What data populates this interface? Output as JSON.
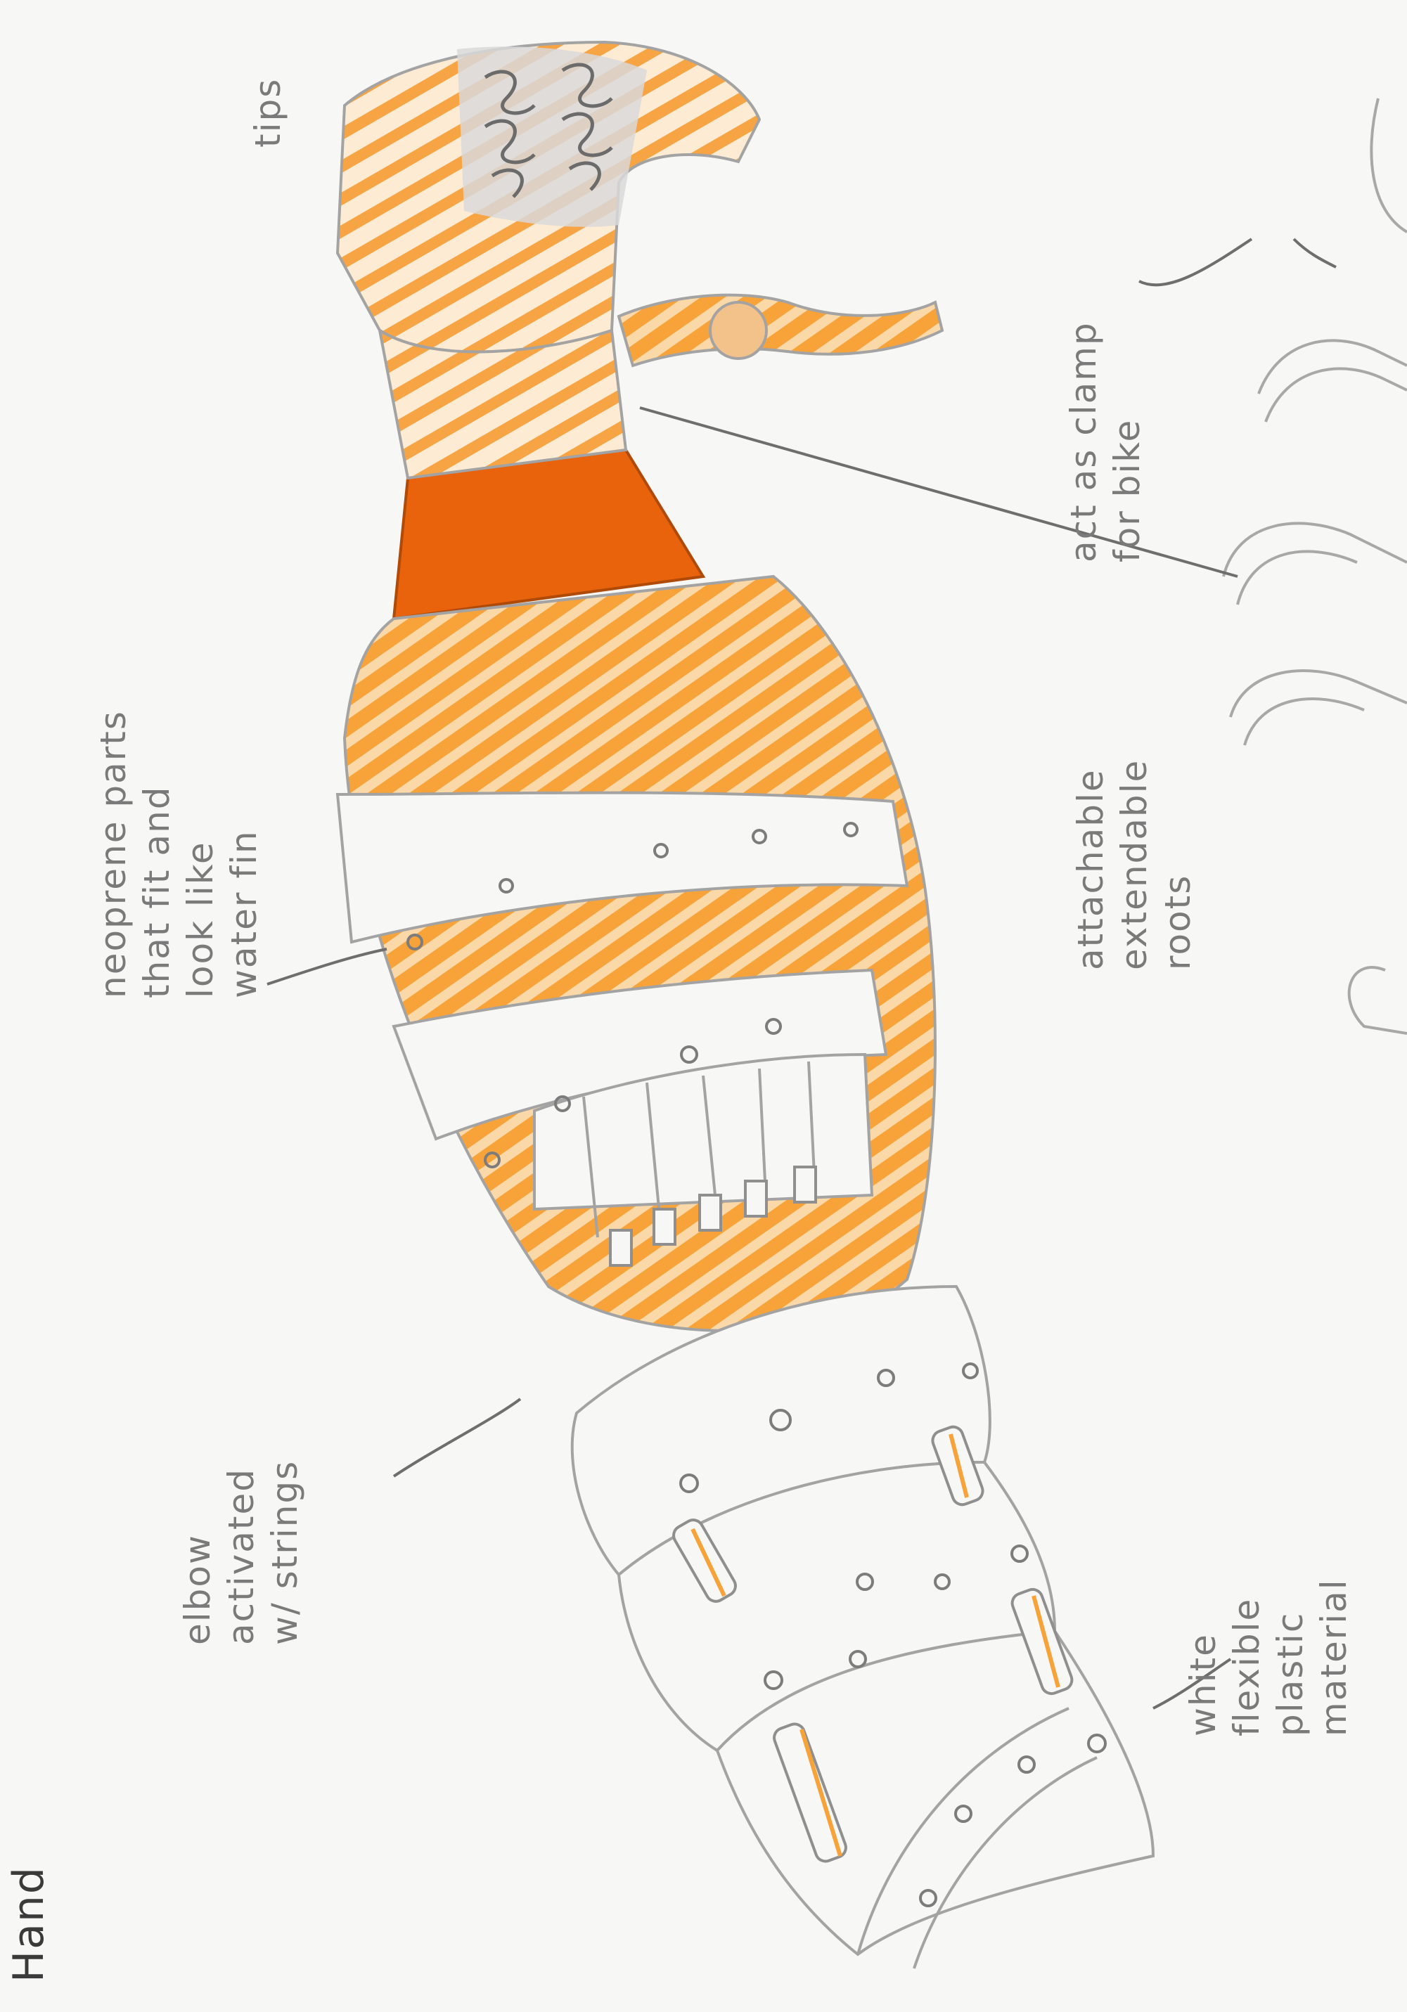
{
  "annotations": {
    "page_label": "Hand",
    "tips_note": "tips",
    "neoprene_note": "neoprene parts\nthat fit and\nlook like\nwater fin",
    "clamp_note": "act as clamp\nfor bike",
    "attachable_note": "attachable\nextendable\nroots",
    "elbow_note": "elbow\nactivated\nw/ strings",
    "material_note": "white\nflexible plastic\nmaterial"
  },
  "colors": {
    "paper": "#f7f7f5",
    "pencil": "#9a9a9a",
    "orange_light": "#f7a33a",
    "orange_dark": "#e8630c",
    "outline": "#a3a3a3"
  }
}
